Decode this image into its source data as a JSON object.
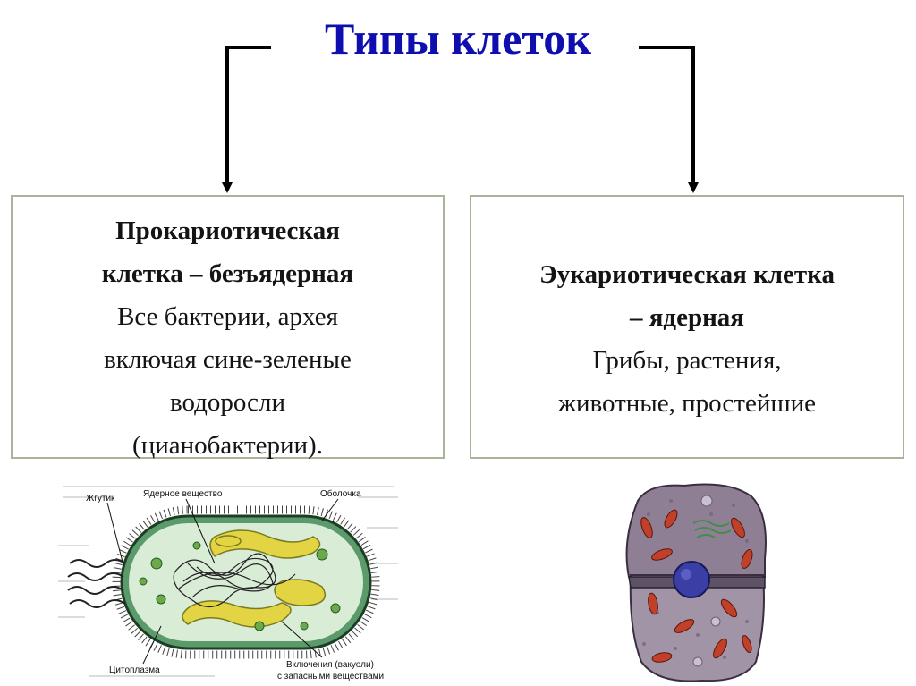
{
  "title": "Типы клеток",
  "prokaryote": {
    "heading_lines": [
      "Прокариотическая",
      "клетка – безъядерная"
    ],
    "text_lines": [
      "Все бактерии, архея",
      "включая сине-зеленые",
      "водоросли",
      "(цианобактерии)."
    ],
    "diagram_labels": {
      "flagellum": "Жгутик",
      "nuclear_matter": "Ядерное вещество",
      "envelope": "Оболочка",
      "cytoplasm": "Цитоплазма",
      "inclusions_1": "Включения (вакуоли)",
      "inclusions_2": "с запасными веществами"
    }
  },
  "eukaryote": {
    "heading_lines": [
      "Эукариотическая клетка",
      "– ядерная"
    ],
    "text_lines": [
      "Грибы, растения,",
      "животные, простейшие"
    ]
  },
  "colors": {
    "title": "#0f0fb0",
    "box_border": "#a7b49a",
    "connector": "#000000",
    "bacterium_fill": "#d8ecd6",
    "bacterium_yellow": "#e3d443",
    "eukaryote_fill": "#8f7f95",
    "nucleus": "#3b3fa5"
  }
}
